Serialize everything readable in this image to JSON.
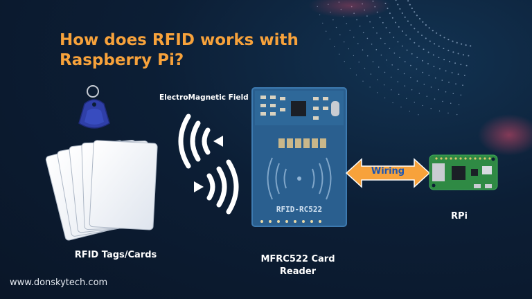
{
  "title": {
    "line1": "How does RFID works with",
    "line2": "Raspberry Pi?"
  },
  "labels": {
    "field": "ElectroMagnetic Field",
    "tags": "RFID Tags/Cards",
    "reader_line1": "MFRC522 Card",
    "reader_line2": "Reader",
    "rpi": "RPi",
    "wiring": "Wiring",
    "board_silkscreen": "RFID-RC522"
  },
  "website": "www.donskytech.com",
  "colors": {
    "title": "#f7a23b",
    "background": "#0c1e35",
    "arrow": "#f7a23b",
    "wiring_text": "#1a56b5",
    "reader_board": "#2a5f8f",
    "tag": "#2f3fa8",
    "rpi_board": "#2f8a44"
  },
  "icons": {
    "field_waves": "wifi-wave-icon",
    "tag": "key-fob-icon",
    "arrow": "double-arrow-icon"
  }
}
